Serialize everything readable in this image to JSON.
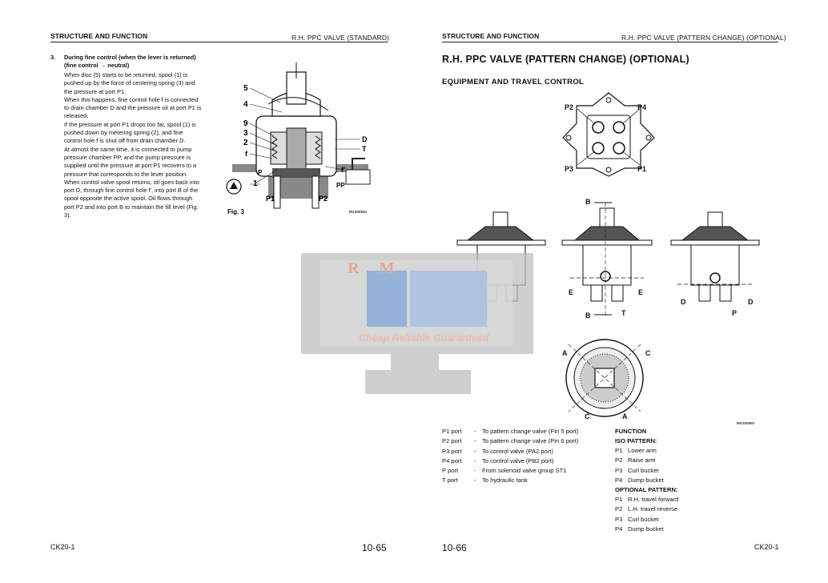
{
  "left_page": {
    "header_left": "STRUCTURE AND FUNCTION",
    "header_right": "R.H. PPC VALVE (STANDARD)",
    "item_number": "3.",
    "item_heading_1": "During fine control (when the lever is returned)",
    "item_heading_2": "(fine control → neutral)",
    "paragraph_lines": [
      "When disc (5) starts to be returned, spool (1) is",
      "pushed up by the force of centering spring (3) and",
      "the pressure at port P1.",
      "When this happens, fine control hole f is connected",
      "to drain chamber D and the pressure oil at port P1 is",
      "released.",
      "If the pressure at port P1 drops too far, spool (1) is",
      "pushed down by metering spring (2), and fine",
      "control hole f is shut off from drain chamber D.",
      "At almost the same time, it is connected to pump",
      "pressure chamber PP, and the pump pressure is",
      "supplied until the pressure at port P1 recovers to a",
      "pressure that corresponds to the lever position.",
      "When control valve spool returns, oil goes back into",
      "port D, through fine control hole f', into port B of the",
      "spool opposite the active spool. Oil flows through",
      "port P2 and into port  B to maintain the fill level (Fig.",
      "3)."
    ],
    "figure_label": "Fig. 3",
    "figure_code": "RKS00840",
    "figure_labels": {
      "n5": "5",
      "n4": "4",
      "n9": "9",
      "n3": "3",
      "n2": "2",
      "f": "f",
      "P": "P",
      "n1": "1",
      "D": "D",
      "T": "T",
      "f2": "f'",
      "PP": "PP",
      "P1": "P1",
      "P2": "P2"
    },
    "footer_model": "CK20-1",
    "page_number": "10-65"
  },
  "right_page": {
    "header_left": "STRUCTURE AND FUNCTION",
    "header_right": "R.H. PPC VALVE (PATTERN CHANGE) (OPTIONAL)",
    "title": "R.H. PPC VALVE (PATTERN CHANGE) (OPTIONAL)",
    "subtitle": "EQUIPMENT AND TRAVEL CONTROL",
    "diagram_labels": {
      "P1": "P1",
      "P2": "P2",
      "P3": "P3",
      "P4": "P4",
      "B": "B",
      "E": "E",
      "T": "T",
      "D": "D",
      "P": "P",
      "A": "A",
      "C": "C"
    },
    "figure_code": "RKS00800",
    "ports": [
      {
        "port": "P1 port",
        "dash": "-",
        "desc": "To pattern change valve (Pin 5 port)"
      },
      {
        "port": "P2 port",
        "dash": "-",
        "desc": "To pattern change valve (Pin 6 port)"
      },
      {
        "port": "P3 port",
        "dash": "-",
        "desc": "To control valve (PA2 port)"
      },
      {
        "port": "P4 port",
        "dash": "-",
        "desc": "To control valve (PB2 port)"
      },
      {
        "port": "P port",
        "dash": "-",
        "desc": "From solenoid valve group ST1"
      },
      {
        "port": "T port",
        "dash": "-",
        "desc": "To hydraulic tank"
      }
    ],
    "function_heading": "FUNCTION",
    "iso_heading": "ISO PATTERN:",
    "iso": [
      {
        "p": "P1",
        "d": "Lower arm"
      },
      {
        "p": "P2",
        "d": "Raise arm"
      },
      {
        "p": "P3",
        "d": "Curl bucket"
      },
      {
        "p": "P4",
        "d": "Dump bucket"
      }
    ],
    "optional_heading": "OPTIONAL PATTERN:",
    "optional": [
      {
        "p": "P1",
        "d": "R.H. travel forward"
      },
      {
        "p": "P2",
        "d": "L.H. travel reverse"
      },
      {
        "p": "P3",
        "d": "Curl bucket"
      },
      {
        "p": "P4",
        "d": "Dump bucket"
      }
    ],
    "footer_model": "CK20-1",
    "page_number": "10-66"
  },
  "watermark": {
    "logo_text": "R M",
    "tagline": "Cheap Reliable Guaranteed"
  }
}
